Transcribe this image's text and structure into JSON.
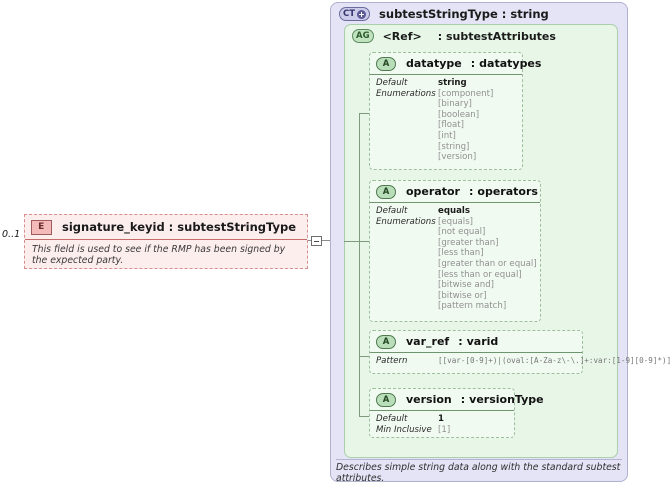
{
  "left_element": {
    "cardinality": "0..1",
    "badge": "E",
    "title": "signature_keyid : subtestStringType",
    "documentation": "This field is used to see if the RMP has been signed by the expected party."
  },
  "complex_type": {
    "badge": "CT",
    "title": "subtestStringType : string",
    "footer": "Describes simple string data along with the standard subtest attributes.",
    "attribute_group": {
      "badge": "AG",
      "ref": "<Ref>",
      "type": ": subtestAttributes"
    },
    "attributes": [
      {
        "badge": "A",
        "name": "datatype",
        "sep": ":",
        "type": "datatypes",
        "facet_keys": [
          "Default",
          "Enumerations"
        ],
        "default": "string",
        "enumerations": [
          "[component]",
          "[binary]",
          "[boolean]",
          "[float]",
          "[int]",
          "[string]",
          "[version]"
        ]
      },
      {
        "badge": "A",
        "name": "operator",
        "sep": ":",
        "type": "operators",
        "facet_keys": [
          "Default",
          "Enumerations"
        ],
        "default": "equals",
        "enumerations": [
          "[equals]",
          "[not equal]",
          "[greater than]",
          "[less than]",
          "[greater than or equal]",
          "[less than or equal]",
          "[bitwise and]",
          "[bitwise or]",
          "[pattern match]"
        ]
      },
      {
        "badge": "A",
        "name": "var_ref",
        "sep": ":",
        "type": "varid",
        "facet_keys": [
          "Pattern"
        ],
        "pattern": "[[var-[0-9]+)|(oval:[A-Za-z\\-\\.]+:var:[1-9][0-9]*)]"
      },
      {
        "badge": "A",
        "name": "version",
        "sep": ":",
        "type": "versionType",
        "facet_keys": [
          "Default",
          "Min Inclusive"
        ],
        "default": "1",
        "min_inclusive": "[1]"
      }
    ]
  },
  "colors": {
    "element_fill": "#fdeeee",
    "element_border": "#d98e8e",
    "complextype_fill": "#e4e4f6",
    "attrgroup_fill": "#e7f6e7",
    "attr_fill": "#f1faf1",
    "attr_border": "#9dbf9d"
  }
}
